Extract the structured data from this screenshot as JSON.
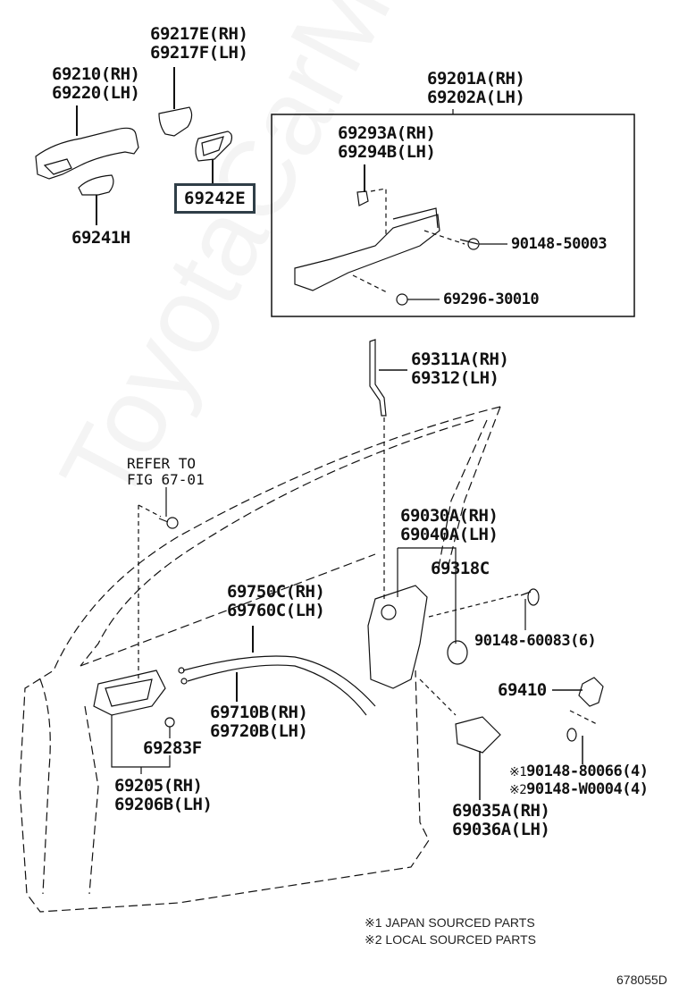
{
  "diagram": {
    "figure_id": "678055D",
    "watermark": "ToyotaCarMine.ru",
    "highlight_color": "#2f3e47",
    "parts": {
      "outer_handle": [
        "69210(RH)",
        "69220(LH)"
      ],
      "handle_cap": [
        "69217E(RH)",
        "69217F(LH)"
      ],
      "handle_pad": "69241H",
      "highlighted": "69242E",
      "frame_assy": [
        "69201A(RH)",
        "69202A(LH)"
      ],
      "frame_clip": [
        "69293A(RH)",
        "69294B(LH)"
      ],
      "frame_bolt": "90148-50003",
      "frame_screw": "69296-30010",
      "lock_rod": [
        "69311A(RH)",
        "69312(LH)"
      ],
      "refer": [
        "REFER TO",
        "FIG 67-01"
      ],
      "lock_assy": [
        "69030A(RH)",
        "69040A(LH)"
      ],
      "lock_grommet": "69318C",
      "lock_screw": "90148-60083(6)",
      "cable_upper": [
        "69750C(RH)",
        "69760C(LH)"
      ],
      "cable_lower": [
        "69710B(RH)",
        "69720B(LH)"
      ],
      "inner_clip": "69283F",
      "inner_handle": [
        "69205(RH)",
        "69206B(LH)"
      ],
      "striker": "69410",
      "striker_screws": [
        {
          "mark": "※1",
          "part": "90148-80066(4)"
        },
        {
          "mark": "※2",
          "part": "90148-W0004(4)"
        }
      ],
      "lock_cover": [
        "69035A(RH)",
        "69036A(LH)"
      ]
    },
    "notes": [
      "※1 JAPAN SOURCED PARTS",
      "※2 LOCAL SOURCED PARTS"
    ]
  }
}
